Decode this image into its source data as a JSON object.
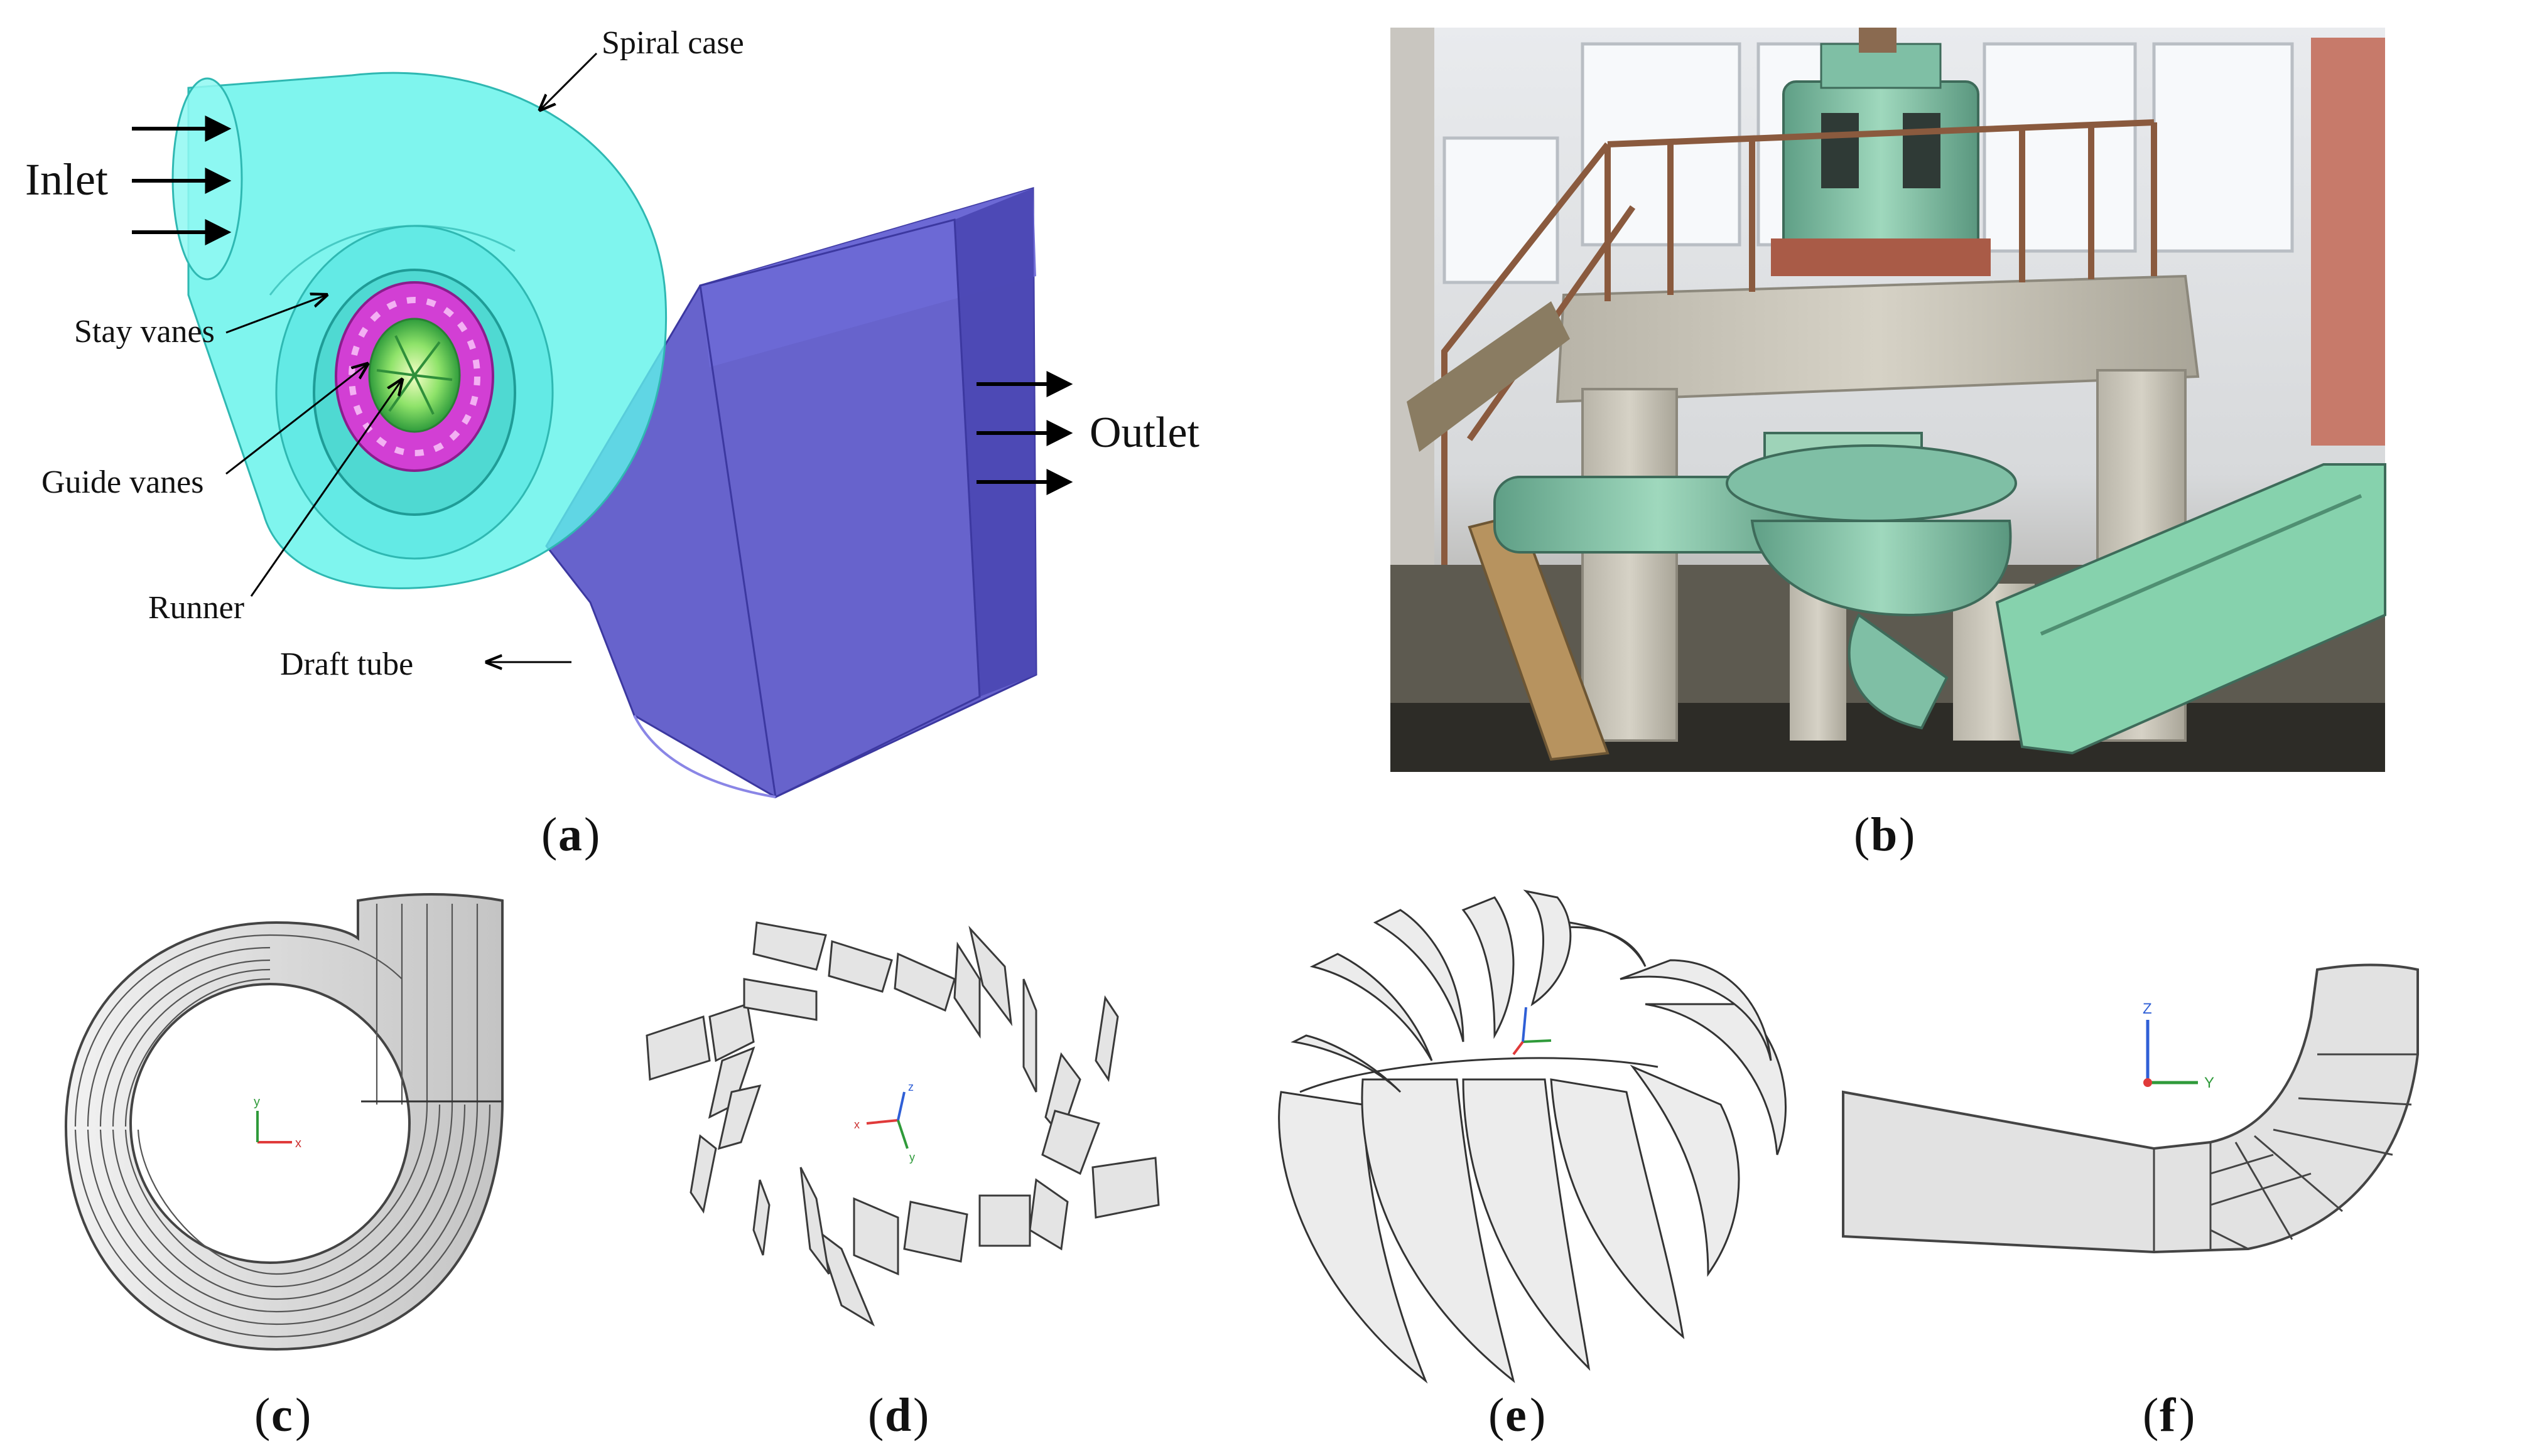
{
  "panel_a": {
    "inlet": "Inlet",
    "spiral_case": "Spiral case",
    "stay_vanes": "Stay vanes",
    "outlet": "Outlet",
    "guide_vanes": "Guide vanes",
    "runner": "Runner",
    "draft_tube": "Draft tube",
    "colors": {
      "spiral": "#5ff2ea",
      "draft": "#5b57c8",
      "guide": "#d23fd4",
      "runner": "#5fd650"
    }
  },
  "captions": {
    "a": "a",
    "b": "b",
    "c": "c",
    "d": "d",
    "e": "e",
    "f": "f"
  },
  "axes": {
    "x": "x",
    "y": "y",
    "z": "z",
    "Y": "Y",
    "Z": "Z"
  }
}
